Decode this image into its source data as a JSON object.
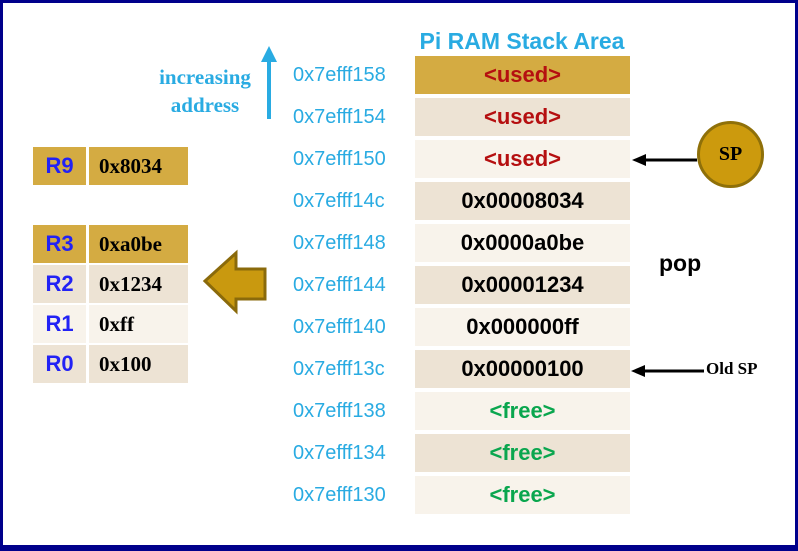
{
  "title": "Pi RAM Stack Area",
  "labels": {
    "increasing_address_line1": "increasing",
    "increasing_address_line2": "address",
    "pop": "pop",
    "sp": "SP",
    "old_sp": "Old SP"
  },
  "register_groups": {
    "g1": {
      "rows": [
        {
          "reg": "R9",
          "value": "0x8034"
        }
      ]
    },
    "g2": {
      "rows": [
        {
          "reg": "R3",
          "value": "0xa0be"
        },
        {
          "reg": "R2",
          "value": "0x1234"
        },
        {
          "reg": "R1",
          "value": "0xff"
        },
        {
          "reg": "R0",
          "value": "0x100"
        }
      ]
    }
  },
  "stack": {
    "rows": [
      {
        "address": "0x7efff158",
        "value": "<used>",
        "state": "used"
      },
      {
        "address": "0x7efff154",
        "value": "<used>",
        "state": "used"
      },
      {
        "address": "0x7efff150",
        "value": "<used>",
        "state": "used"
      },
      {
        "address": "0x7efff14c",
        "value": "0x00008034",
        "state": "value"
      },
      {
        "address": "0x7efff148",
        "value": "0x0000a0be",
        "state": "value"
      },
      {
        "address": "0x7efff144",
        "value": "0x00001234",
        "state": "value"
      },
      {
        "address": "0x7efff140",
        "value": "0x000000ff",
        "state": "value"
      },
      {
        "address": "0x7efff13c",
        "value": "0x00000100",
        "state": "value"
      },
      {
        "address": "0x7efff138",
        "value": "<free>",
        "state": "free"
      },
      {
        "address": "0x7efff134",
        "value": "<free>",
        "state": "free"
      },
      {
        "address": "0x7efff130",
        "value": "<free>",
        "state": "free"
      }
    ]
  },
  "colors": {
    "accent_cyan": "#29ABE2",
    "stack_gold": "#D4AB42",
    "gold": "#CC9A0D",
    "gold_border": "#8F7009",
    "row_beige": "#EDE3D4",
    "row_cream": "#F8F3EB",
    "used_red": "#B50F10",
    "free_green": "#0AA64E",
    "register_blue": "#2222F5",
    "frame_navy": "#00008B"
  }
}
